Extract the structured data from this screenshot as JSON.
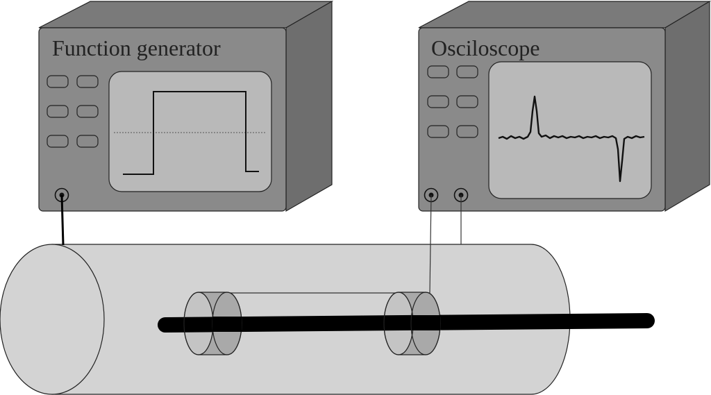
{
  "function_generator": {
    "title": "Function generator",
    "buttons": 6,
    "outputs": 1,
    "display_waveform": "square-pulse"
  },
  "oscilloscope": {
    "title": "Osciloscope",
    "buttons": 6,
    "inputs": 2,
    "display_waveform": "positive-spike-then-negative-spike"
  },
  "tube": {
    "coils": 2,
    "rod": "black-rod-through-coils"
  },
  "colors": {
    "device_body": "#8a8a8a",
    "device_top": "#7a7a7a",
    "device_side": "#6e6e6e",
    "screen": "#b9b9b9",
    "tube": "#d3d3d3",
    "coil": "#a9a9a9",
    "rod": "#000000",
    "outline": "#222222"
  }
}
